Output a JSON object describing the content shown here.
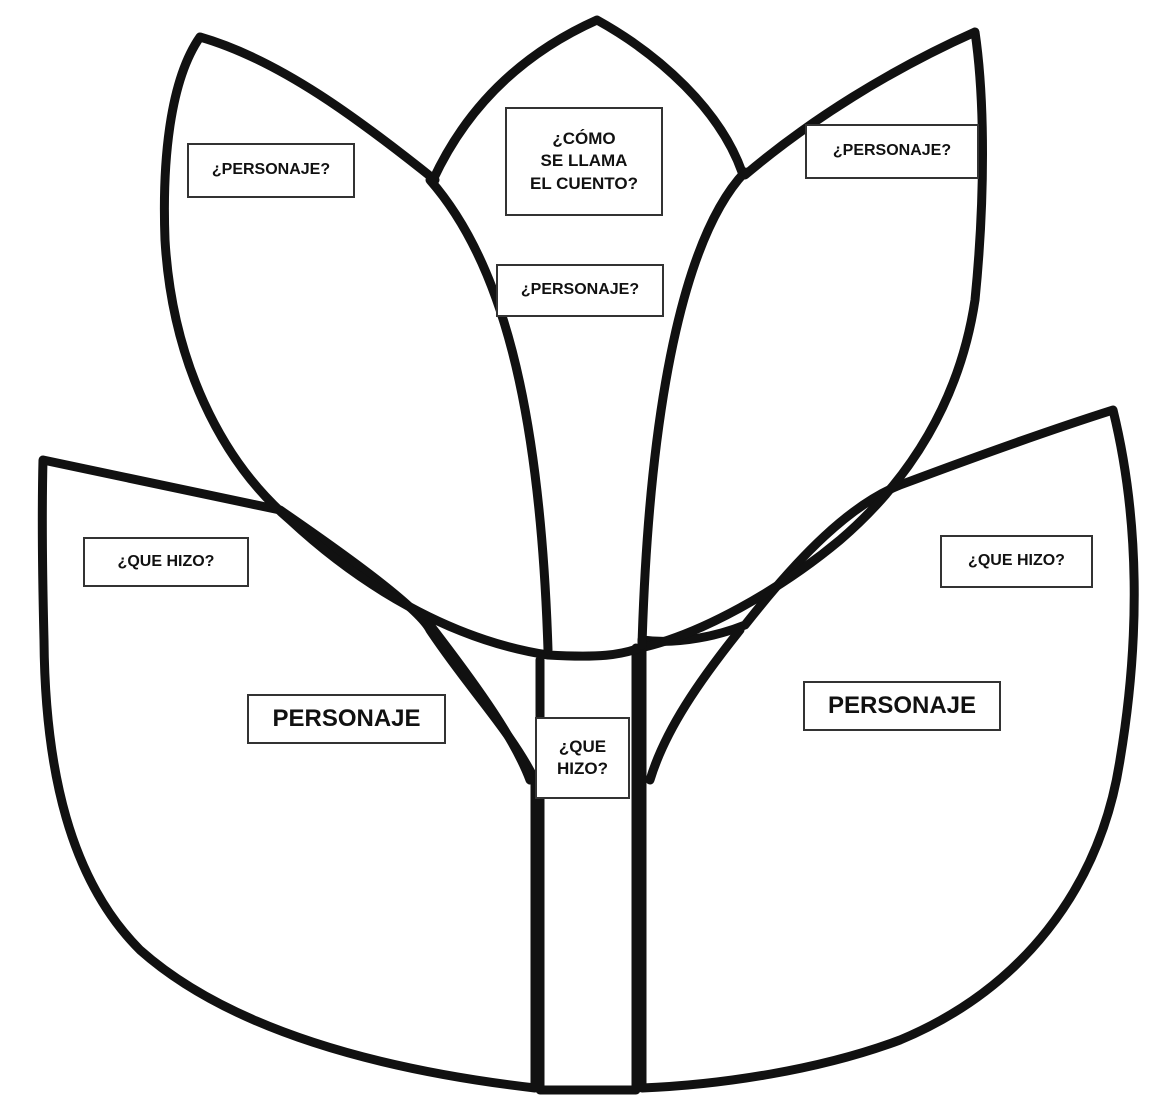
{
  "colors": {
    "outline": "#111111",
    "background": "#ffffff",
    "box_border": "#333333"
  },
  "labels": {
    "story_title": [
      "¿CÓMO",
      "SE LLAMA",
      "EL CUENTO?"
    ],
    "petal_left_character": "¿PERSONAJE?",
    "petal_center_character": "¿PERSONAJE?",
    "petal_right_character": "¿PERSONAJE?",
    "leaf_left_action": "¿QUE HIZO?",
    "leaf_right_action": "¿QUE HIZO?",
    "leaf_left_character": "PERSONAJE",
    "leaf_right_character": "PERSONAJE",
    "stem_action": [
      "¿QUE",
      "HIZO?"
    ]
  }
}
